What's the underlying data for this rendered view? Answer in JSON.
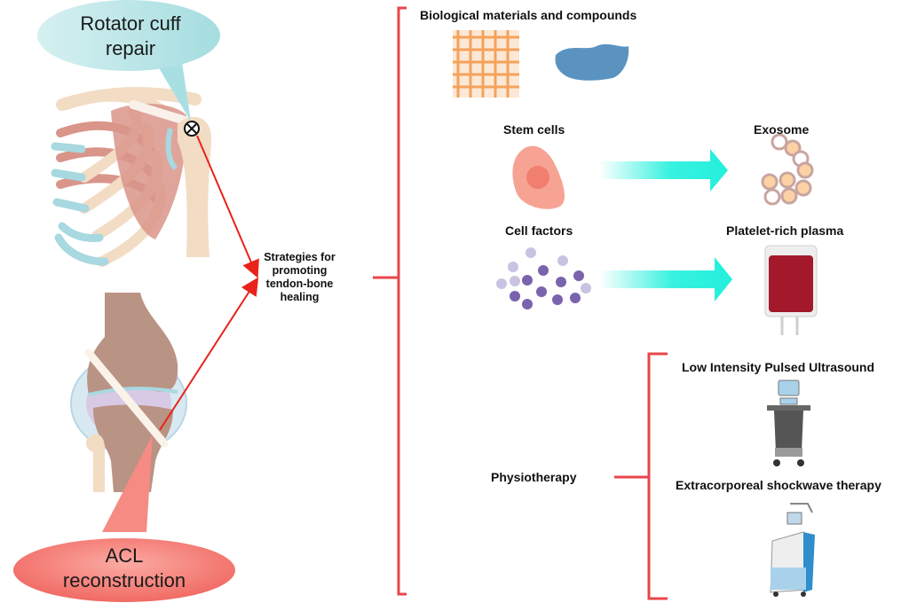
{
  "callouts": {
    "rotator": {
      "text_line1": "Rotator cuff",
      "text_line2": "repair",
      "color": "#a8dfe2"
    },
    "acl": {
      "text_line1": "ACL",
      "text_line2": "reconstruction",
      "color": "#f0706a"
    }
  },
  "center": {
    "line1": "Strategies for",
    "line2": "promoting",
    "line3": "tendon-bone",
    "line4": "healing"
  },
  "branches": {
    "bio_materials": "Biological materials and compounds",
    "stem_cells": "Stem cells",
    "exosome": "Exosome",
    "cell_factors": "Cell factors",
    "prp": "Platelet-rich plasma",
    "physiotherapy": "Physiotherapy",
    "lipus": "Low Intensity Pulsed Ultrasound",
    "eswt": "Extracorporeal shockwave therapy"
  },
  "colors": {
    "bracket": "#e8464b",
    "arrow_red": "#e8231a",
    "arrow_cyan": "#22f0dc",
    "scaffold": "#f5a25a",
    "blue_material": "#5b93c0",
    "stem_cell": "#f6a394",
    "exosome_ring": "#c9a5a0",
    "exosome_fill": "#fcd2a4",
    "factor_dark": "#7a63ad",
    "factor_light": "#c9c2e2",
    "plasma": "#a3192b",
    "bone": "#f2dcc4",
    "cartilage": "#a8d8e0",
    "muscle": "#d9958a",
    "bone_inner": "#b99384"
  }
}
